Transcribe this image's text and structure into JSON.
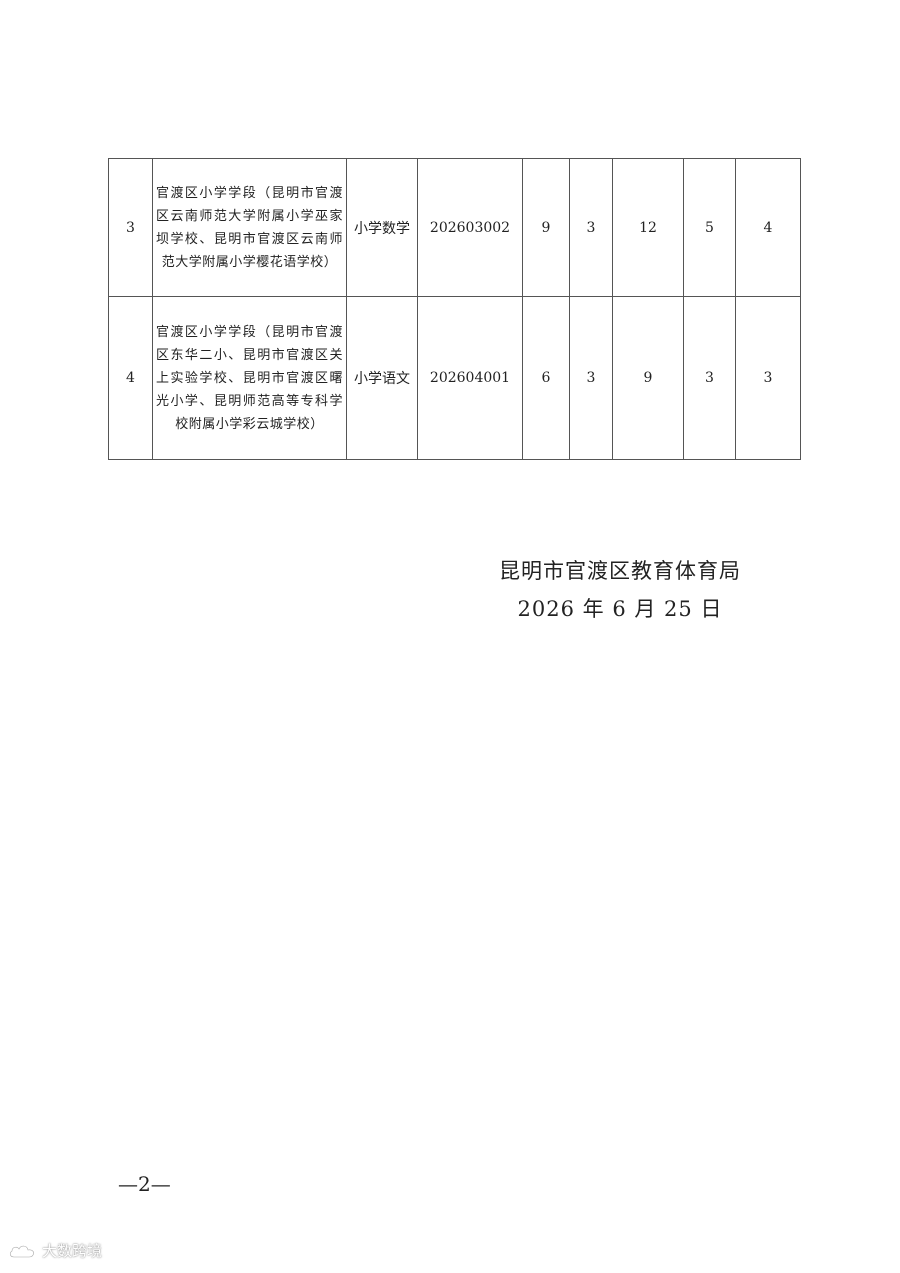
{
  "table": {
    "rows": [
      {
        "no": "3",
        "school": "官渡区小学学段（昆明市官渡区云南师范大学附属小学巫家坝学校、昆明市官渡区云南师范大学附属小学樱花语学校）",
        "subject": "小学数学",
        "code": "202603002",
        "c1": "9",
        "c2": "3",
        "c3": "12",
        "c4": "5",
        "c5": "4"
      },
      {
        "no": "4",
        "school": "官渡区小学学段（昆明市官渡区东华二小、昆明市官渡区关上实验学校、昆明市官渡区曙光小学、昆明师范高等专科学校附属小学彩云城学校）",
        "subject": "小学语文",
        "code": "202604001",
        "c1": "6",
        "c2": "3",
        "c3": "9",
        "c4": "3",
        "c5": "3"
      }
    ]
  },
  "signature": {
    "organization": "昆明市官渡区教育体育局",
    "date": "2026 年 6 月 25 日"
  },
  "page_number": "—2—",
  "watermark": {
    "text": "大数跨境",
    "icon": "cloud-logo-icon"
  }
}
